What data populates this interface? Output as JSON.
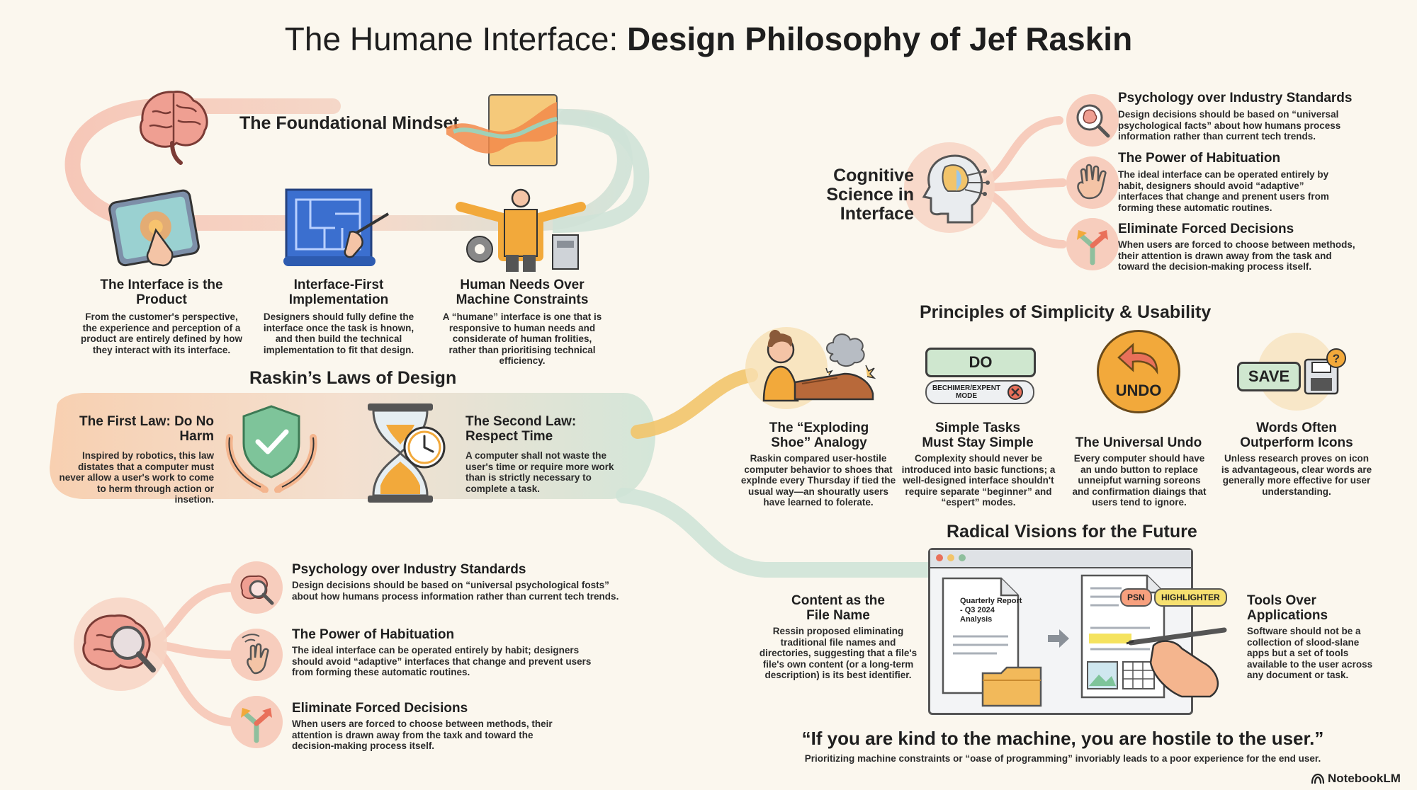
{
  "title": {
    "light": "The Humane Interface:",
    "bold": "Design Philosophy of Jef Raskin"
  },
  "mindset": {
    "heading": "The Foundational Mindset",
    "cards": [
      {
        "title": "The Interface is the Product",
        "desc": "From the customer's perspective, the experience and perception of a product are entirely defined by how they interact with its interface."
      },
      {
        "title": "Interface-First Implementation",
        "desc": "Designers should fully define the interface once the task is hnown, and then build the technical implementation to fit that design."
      },
      {
        "title": "Human Needs Over Machine Constraints",
        "desc": "A “humane” interface is one that is responsive to human needs and considerate of human frolities, rather than prioritising technical efficiency."
      }
    ]
  },
  "laws": {
    "heading": "Raskin’s Laws of Design",
    "first": {
      "title": "The First Law: Do No Harm",
      "desc": "Inspired by robotics, this law distates that a computer must never allow a user's work to come to herm through action or insetion."
    },
    "second": {
      "title": "The Second Law: Respect Time",
      "desc": "A computer shall not waste the user's time or require more work than is strictly necessary to complete a task."
    }
  },
  "cognitive_top": {
    "heading": "Cognitive Science in Interface",
    "items": [
      {
        "title": "Psychology over Industry Standards",
        "desc": "Design decisions should be based on “universal psychological facts” about how humans process information rather than current tech trends."
      },
      {
        "title": "The Power of Habituation",
        "desc": "The ideal interface can be operated entirely by habit, designers should avoid “adaptive” interfaces that change and prenent users from forming these automatic routines."
      },
      {
        "title": "Eliminate Forced Decisions",
        "desc": "When users are forced to choose between methods, their attention is drawn away from the task and toward the decision-making process itself."
      }
    ]
  },
  "simplicity": {
    "heading": "Principles of Simplicity & Usability",
    "do_label": "DO",
    "mode_label": "BECHIMER/EXPENT MODE",
    "undo_label": "UNDO",
    "save_label": "SAVE",
    "items": [
      {
        "title": "The “Exploding Shoe” Analogy",
        "desc": "Raskin compared user-hostile computer behavior to shoes that explnde every Thursday if tied the usual way—an shouratly users have learned to folerate."
      },
      {
        "title": "Simple Tasks Must Stay Simple",
        "desc": "Complexity should never be introduced into basic functions; a well-designed interface shouldn't require separate “beginner” and “espert” modes."
      },
      {
        "title": "The Universal Undo",
        "desc": "Every computer should have an undo button to replace unneipfut warning soreons and confirmation diaings that users tend to ignore."
      },
      {
        "title": "Words Often Outperform Icons",
        "desc": "Unless research proves on icon is advantageous, clear words are generally more effective for user understanding."
      }
    ]
  },
  "radical": {
    "heading": "Radical Visions for the Future",
    "doc_label": "Quarterly Report - Q3 2024 Analysis",
    "tool_pen": "PSN",
    "tool_highlighter": "HIGHLIGHTER",
    "left": {
      "title": "Content as the File Name",
      "desc": "Ressin proposed eliminating traditional file names and directories, suggesting that a file's file's own content (or a long-term description) is its best identifier."
    },
    "right": {
      "title": "Tools Over Applications",
      "desc": "Software should not be a collection of slood-slane apps but a set of tools available to the user across any document or task."
    }
  },
  "cognitive_bottom": {
    "items": [
      {
        "title": "Psychology over Industry Standards",
        "desc": "Design decisions should be based on “universal psychological fosts” about how humans process information rather than current tech trends."
      },
      {
        "title": "The Power of Habituation",
        "desc": "The ideal interface can be operated entirely by habit; designers should avoid “adaptive” interfaces that change and prevent users from forming these automatic routines."
      },
      {
        "title": "Eliminate Forced Decisions",
        "desc": "When users are forced to choose between methods, their attention is drawn away from the taxk and toward the decision-making process itself."
      }
    ]
  },
  "quote": {
    "text": "“If you are kind to the machine, you are hostile to the user.”",
    "sub": "Prioritizing machine constraints or “oase of programming” invoriably leads to a poor experience for the end user."
  },
  "brand": "NotebookLM",
  "colors": {
    "peach": "#f6c4b3",
    "orange": "#f0b968",
    "mint": "#c5dfd0",
    "teal": "#9fc9b7",
    "blue": "#3b6fcf",
    "undo_orange": "#f2a93b",
    "save_green": "#cfe7cf"
  }
}
